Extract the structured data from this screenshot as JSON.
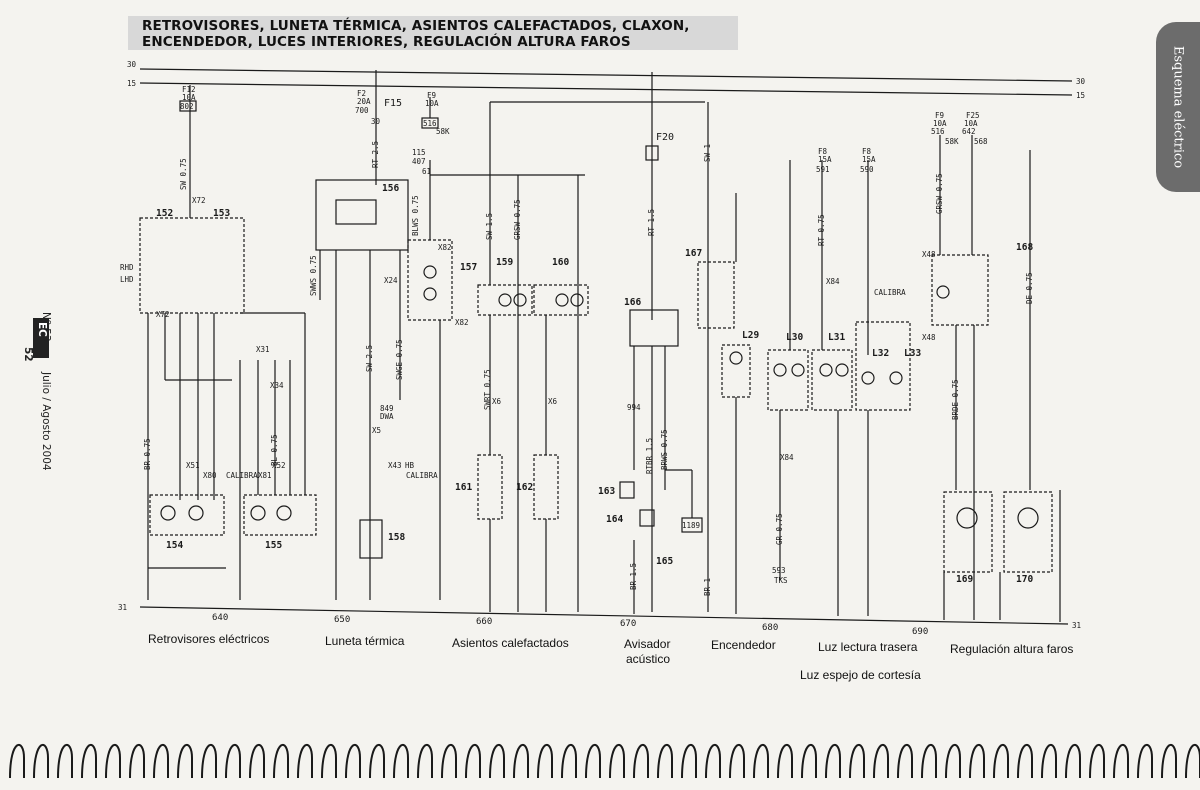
{
  "title": {
    "line1": "RETROVISORES, LUNETA TÉRMICA, ASIENTOS CALEFACTADOS, CLAXON,",
    "line2": "ENCENDEDOR, LUCES INTERIORES, REGULACIÓN ALTURA FAROS"
  },
  "sidetab_label": "Esquema eléctrico",
  "magazine": {
    "number": "Nº 53",
    "code": "EC",
    "page": "52",
    "date": "Julio / Agosto 2004"
  },
  "rails": {
    "top": "30",
    "second": "15",
    "ground": "31"
  },
  "fuses": {
    "f12": "F12",
    "f12_amp": "10A",
    "f12_code": "802",
    "f2": "F2",
    "f2_amp": "20A",
    "f2_code": "700",
    "f15": "F15",
    "f9a": "F9",
    "f9a_amp": "10A",
    "f9a_code": "516",
    "f20": "F20",
    "f8a": "F8",
    "f8a_amp": "15A",
    "f8a_code": "591",
    "f8b": "F8",
    "f8b_amp": "15A",
    "f8b_code": "590",
    "f9b": "F9",
    "f9b_amp": "10A",
    "f9b_code": "516",
    "f25": "F25",
    "f25_amp": "10A",
    "f25_code": "642"
  },
  "components": [
    "152",
    "153",
    "154",
    "155",
    "156",
    "157",
    "158",
    "159",
    "160",
    "161",
    "162",
    "163",
    "164",
    "165",
    "166",
    "167",
    "168",
    "169",
    "170",
    "L29",
    "L30",
    "L31",
    "L32",
    "L33"
  ],
  "relay_labels": [
    "RHD",
    "LHD"
  ],
  "wire_labels": {
    "w1": "SW 0.75",
    "w2": "RT 2.5",
    "w3": "SW 2.5",
    "w4": "SW 1.5",
    "w5": "GRSW 0.75",
    "w6": "BLWS 0.75",
    "w7": "SW 1",
    "w8": "RT 1.5",
    "w9": "RT 0.75",
    "w10": "GRSW 0.75",
    "w11": "DE 0.75",
    "w12": "SWRT 0.75",
    "w13": "BR 0.75",
    "w14": "BRDE 0.75",
    "w15": "RTBR 1.5",
    "w16": "BRWS 0.75",
    "w17": "BR 1",
    "w18": "BR 1.5",
    "w19": "GR 0.75",
    "w20": "SWGE 0.75",
    "w21": "SWWS 0.75",
    "w22": "BL 0.75"
  },
  "connector_labels": [
    "X72",
    "X31",
    "X34",
    "X82",
    "X24",
    "X43",
    "X5",
    "X6",
    "X84",
    "X48",
    "X51",
    "X52",
    "X80",
    "X81"
  ],
  "misc_labels": {
    "calibra": "CALIBRA",
    "hb": "HB",
    "dwa": "DWA",
    "tks": "TKS",
    "c849": "849",
    "c994": "994",
    "c593": "593",
    "c1189": "1189",
    "c115": "115",
    "c407": "407",
    "c61": "61",
    "c58k": "58K",
    "c568": "568",
    "c30": "30"
  },
  "ground_numbers": {
    "n640": "640",
    "n650": "650",
    "n660": "660",
    "n670": "670",
    "n680": "680",
    "n690": "690"
  },
  "sections": {
    "s1": "Retrovisores eléctricos",
    "s2": "Luneta térmica",
    "s3": "Asientos calefactados",
    "s4a": "Avisador",
    "s4b": "acústico",
    "s5": "Encendedor",
    "s6": "Luz lectura trasera",
    "s7": "Regulación altura faros",
    "s8": "Luz espejo de cortesía"
  },
  "colors": {
    "ink": "#1a1a1a",
    "paper": "#f4f3ef",
    "title_box": "#d8d8d8",
    "tab": "#6c6c6c"
  }
}
